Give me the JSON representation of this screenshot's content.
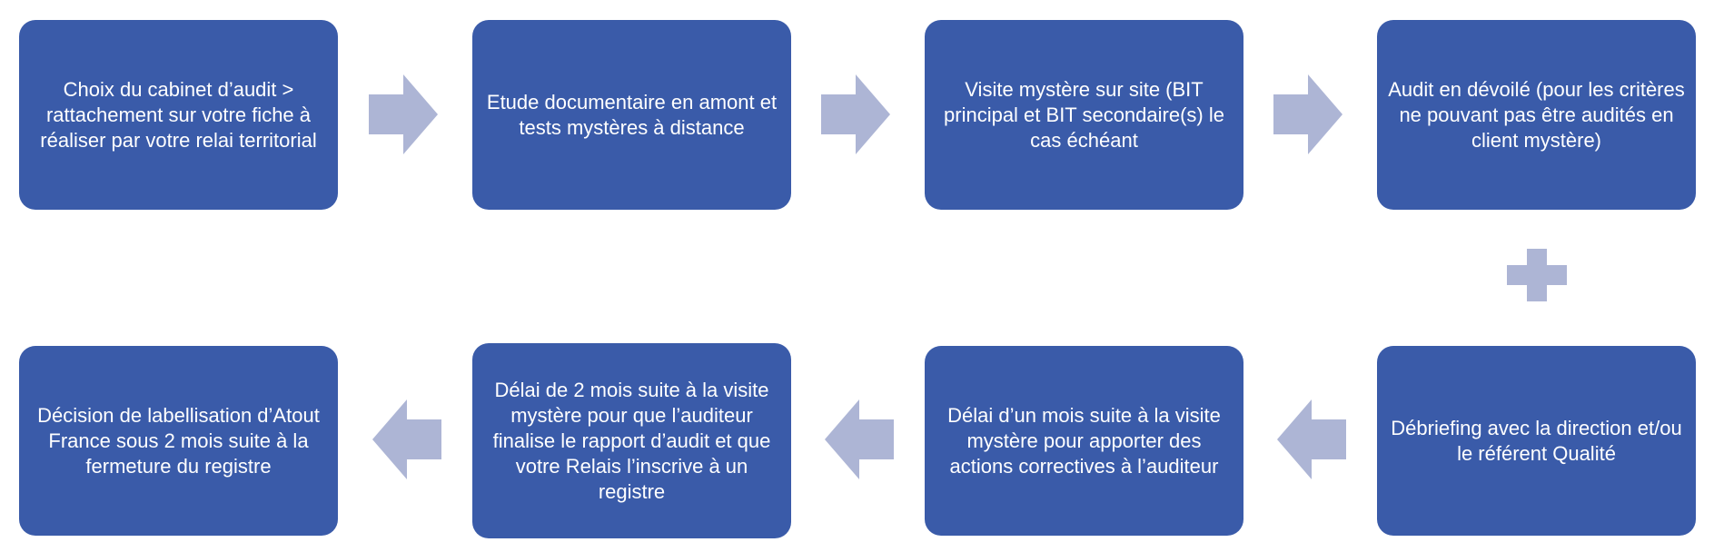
{
  "steps": {
    "s1": "Choix du cabinet d’audit > rattachement sur votre fiche à réaliser par votre relai territorial",
    "s2": "Etude documentaire en amont et tests mystères à distance",
    "s3": "Visite mystère sur site (BIT principal et BIT secondaire(s) le cas échéant",
    "s4": "Audit en dévoilé (pour les critères ne pouvant pas être audités en client mystère)",
    "s5": "Débriefing avec la direction et/ou le référent Qualité",
    "s6": "Délai d’un mois suite à la visite mystère pour apporter des actions correctives à l’auditeur",
    "s7": "Délai de 2 mois suite à la visite mystère pour que l’auditeur finalise le rapport d’audit et que votre Relais l’inscrive à un registre",
    "s8": "Décision de labellisation d’Atout France sous 2 mois suite à la fermeture du registre"
  },
  "colors": {
    "box": "#3a5ba9",
    "text": "#ffffff",
    "connector": "#adb5d5"
  },
  "icons": {
    "arrow_right": "arrow-right-icon",
    "arrow_left": "arrow-left-icon",
    "plus": "plus-icon"
  }
}
